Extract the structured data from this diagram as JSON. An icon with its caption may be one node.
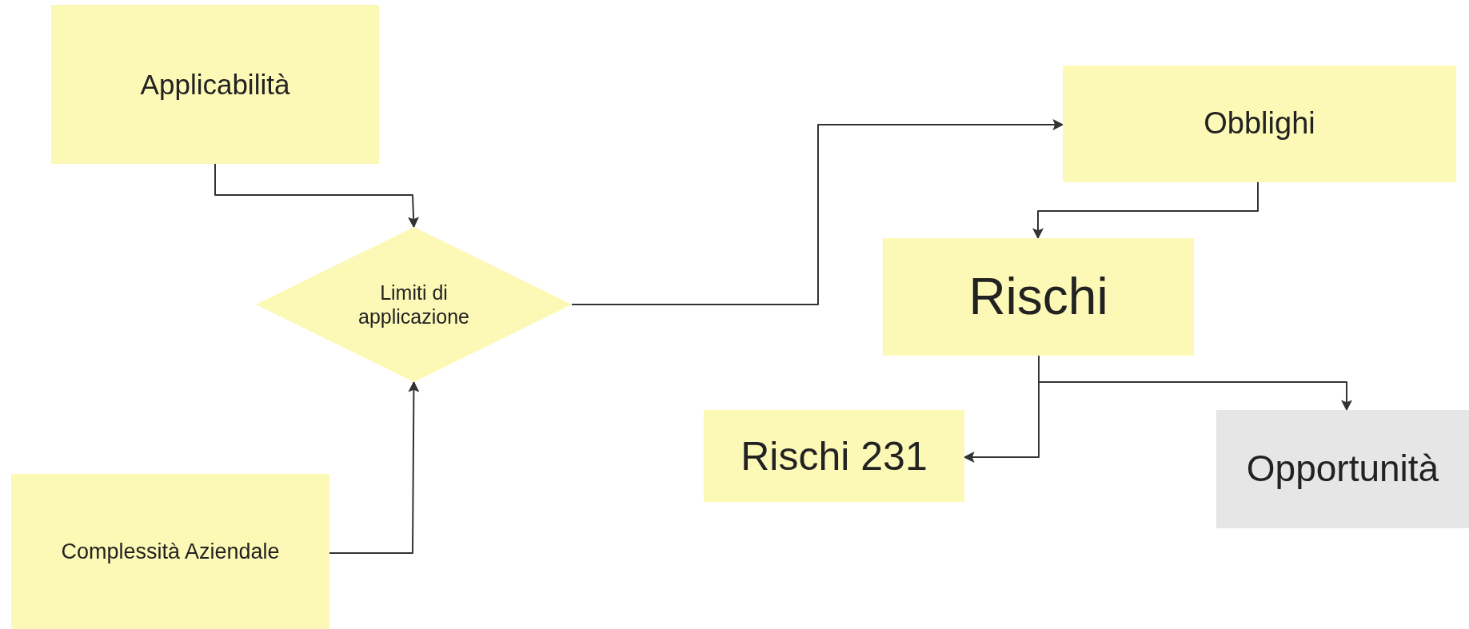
{
  "diagram": {
    "nodes": [
      {
        "text": [
          "Applicabilità"
        ]
      },
      {
        "text": [
          "Limiti di applicazione"
        ]
      },
      {
        "text": [
          "Complessità Aziendale"
        ]
      },
      {
        "text": [
          "Obblighi"
        ]
      },
      {
        "text": [
          "Rischi"
        ]
      },
      {
        "text": [
          "Rischi 231"
        ]
      },
      {
        "text": [
          "Opportunità"
        ]
      }
    ],
    "edges": [
      {
        "from": 0,
        "to": 1,
        "arrow": "to"
      },
      {
        "from": 2,
        "to": 1,
        "arrow": "to"
      },
      {
        "from": 1,
        "to": 3,
        "arrow": "to"
      },
      {
        "from": 3,
        "to": 4,
        "arrow": "to"
      },
      {
        "from": 4,
        "to": 5,
        "arrow": "to"
      },
      {
        "from": 4,
        "to": 6,
        "arrow": "to"
      }
    ]
  }
}
